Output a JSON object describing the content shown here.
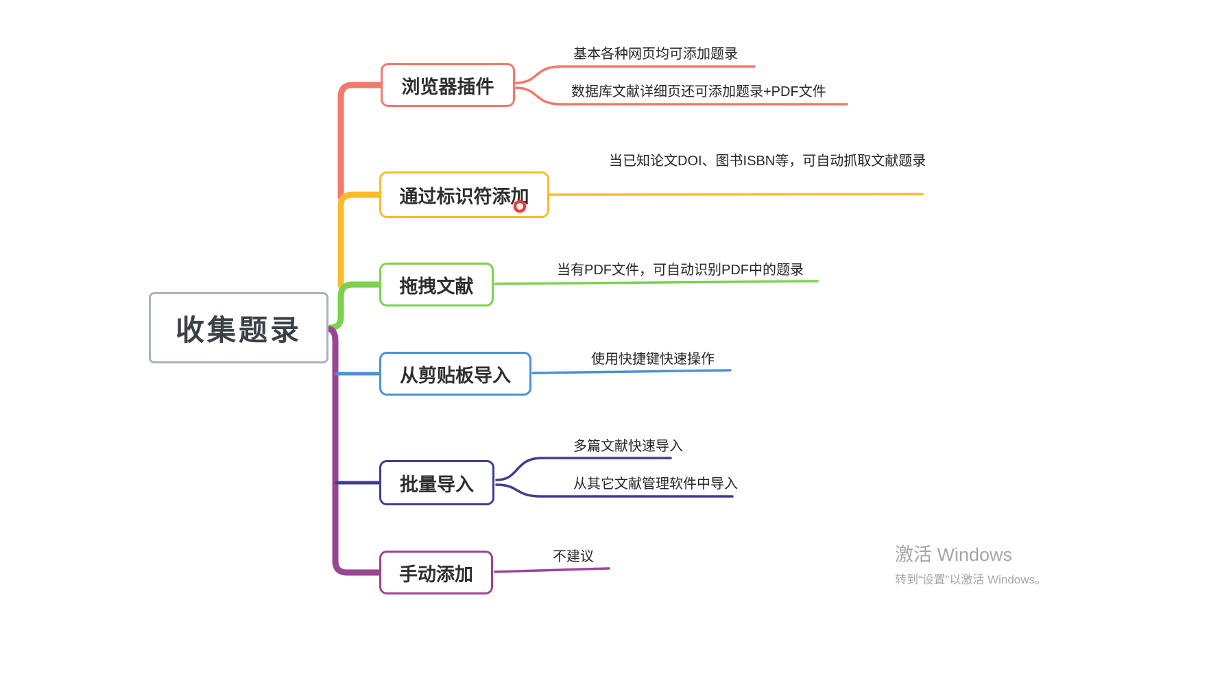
{
  "root": {
    "label": "收集题录",
    "border_color": "#a9b2c0"
  },
  "branches": [
    {
      "label": "浏览器插件",
      "color": "#f4796b",
      "leaves": [
        "基本各种网页均可添加题录",
        "数据库文献详细页还可添加题录+PDF文件"
      ]
    },
    {
      "label": "通过标识符添加",
      "color": "#fcbb2b",
      "leaves": [
        "当已知论文DOI、图书ISBN等，可自动抓取文献题录"
      ]
    },
    {
      "label": "拖拽文献",
      "color": "#7ed14b",
      "leaves": [
        "当有PDF文件，可自动识别PDF中的题录"
      ]
    },
    {
      "label": "从剪贴板导入",
      "color": "#4a90d9",
      "leaves": [
        "使用快捷键快速操作"
      ]
    },
    {
      "label": "批量导入",
      "color": "#3f3c93",
      "leaves": [
        "多篇文献快速导入",
        "从其它文献管理软件中导入"
      ]
    },
    {
      "label": "手动添加",
      "color": "#9a4592",
      "leaves": [
        "不建议"
      ]
    }
  ],
  "watermark": {
    "line1": "激活 Windows",
    "line2": "转到“设置”以激活 Windows。"
  }
}
